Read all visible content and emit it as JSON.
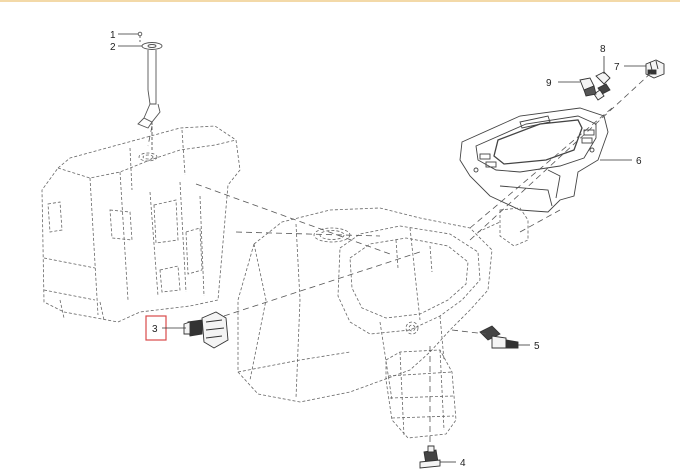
{
  "diagram": {
    "callouts": [
      "1",
      "2",
      "3",
      "4",
      "5",
      "6",
      "7",
      "8",
      "9"
    ],
    "highlighted_callout": "3",
    "colors": {
      "line": "#555555",
      "leader": "#333333",
      "highlight": "#d94a4a",
      "topbar": "#f3d9a8"
    }
  }
}
